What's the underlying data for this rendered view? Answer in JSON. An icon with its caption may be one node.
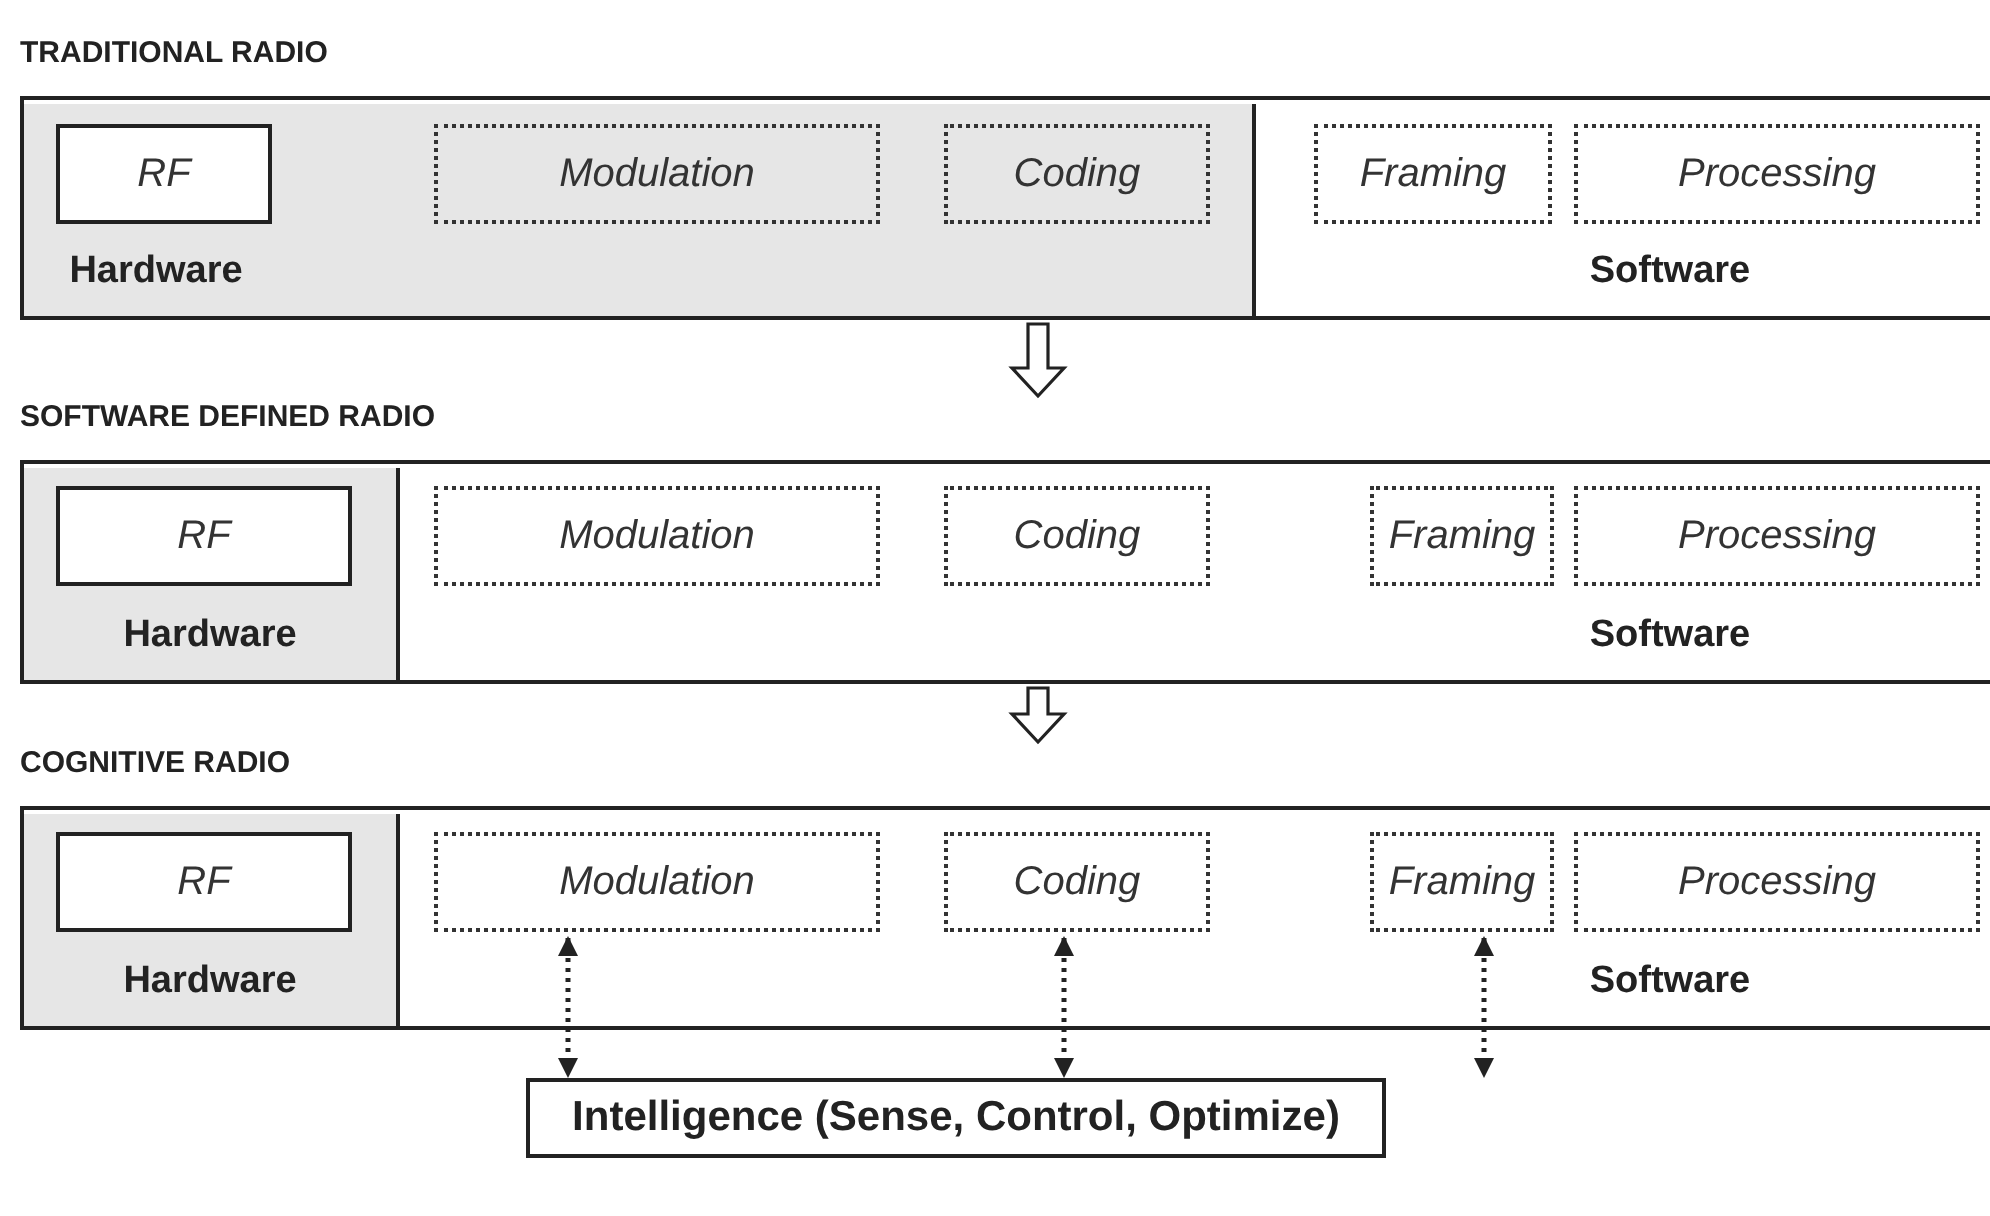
{
  "diagram": {
    "nodes": [
      {
        "text": [
          "TRADITIONAL RADIO"
        ]
      },
      {
        "text": [
          "Hardware"
        ],
        "in": 0
      },
      {
        "text": [
          "Software"
        ],
        "in": 0
      },
      {
        "text": [
          "RF"
        ],
        "in": 1
      },
      {
        "text": [
          "Modulation"
        ],
        "in": 1
      },
      {
        "text": [
          "Coding"
        ],
        "in": 1
      },
      {
        "text": [
          "Framing"
        ],
        "in": 2
      },
      {
        "text": [
          "Processing"
        ],
        "in": 2
      },
      {
        "text": [
          "SOFTWARE DEFINED RADIO"
        ]
      },
      {
        "text": [
          "Hardware"
        ],
        "in": 8
      },
      {
        "text": [
          "Software"
        ],
        "in": 8
      },
      {
        "text": [
          "RF"
        ],
        "in": 9
      },
      {
        "text": [
          "Modulation"
        ],
        "in": 10
      },
      {
        "text": [
          "Coding"
        ],
        "in": 10
      },
      {
        "text": [
          "Framing"
        ],
        "in": 10
      },
      {
        "text": [
          "Processing"
        ],
        "in": 10
      },
      {
        "text": [
          "COGNITIVE RADIO"
        ]
      },
      {
        "text": [
          "Hardware"
        ],
        "in": 16
      },
      {
        "text": [
          "Software"
        ],
        "in": 16
      },
      {
        "text": [
          "RF"
        ],
        "in": 17
      },
      {
        "text": [
          "Modulation"
        ],
        "in": 18
      },
      {
        "text": [
          "Coding"
        ],
        "in": 18
      },
      {
        "text": [
          "Framing"
        ],
        "in": 18
      },
      {
        "text": [
          "Processing"
        ],
        "in": 18
      },
      {
        "text": [
          "Intelligence (Sense, Control, Optimize)"
        ]
      }
    ],
    "edges": [
      {
        "from": 0,
        "to": 8,
        "arrow": "to",
        "style": "thick"
      },
      {
        "from": 8,
        "to": 16,
        "arrow": "to",
        "style": "thick"
      },
      {
        "from": 20,
        "to": 24,
        "arrow": "both",
        "style": "dashed"
      },
      {
        "from": 21,
        "to": 24,
        "arrow": "both",
        "style": "dashed"
      },
      {
        "from": 22,
        "to": 24,
        "arrow": "both",
        "style": "dashed"
      }
    ]
  }
}
